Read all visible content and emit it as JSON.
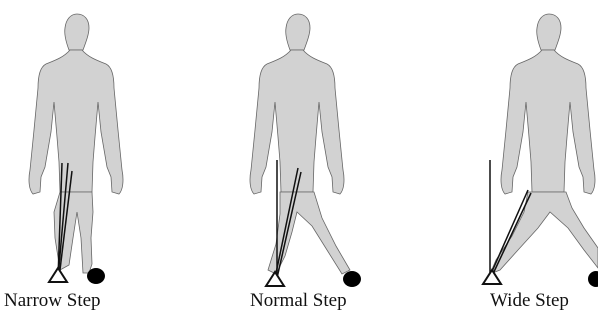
{
  "figures": [
    {
      "id": "narrow",
      "label": "Narrow Step"
    },
    {
      "id": "normal",
      "label": "Normal Step"
    },
    {
      "id": "wide",
      "label": "Wide Step"
    }
  ],
  "colors": {
    "body_fill": "#d2d2d2",
    "body_outline": "#666666",
    "line": "#111111",
    "foot_fill": "#000000",
    "marker_fill": "#ffffff"
  }
}
